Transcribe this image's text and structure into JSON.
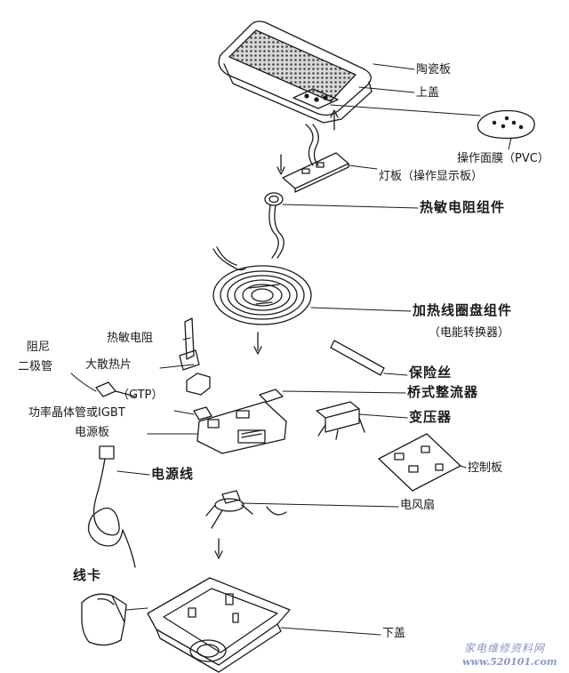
{
  "diagram": {
    "labels": {
      "ceramic_plate": "陶瓷板",
      "top_cover": "上盖",
      "control_film": "操作面膜（PVC）",
      "lamp_board": "灯板（操作显示板）",
      "thermistor_assembly": "热敏电阻组件",
      "heating_coil_assembly": "加热线圈盘组件",
      "energy_converter": "（电能转换器）",
      "fuse": "保险丝",
      "bridge_rectifier": "桥式整流器",
      "transformer": "变压器",
      "control_board": "控制板",
      "thermistor": "热敏电阻",
      "damping_diode_line1": "阻尼",
      "damping_diode_line2": "二极管",
      "heat_sink": "大散热片",
      "gtp": "（GTP）",
      "power_transistor": "功率晶体管或IGBT",
      "power_board": "电源板",
      "power_cord": "电源线",
      "fan": "电风扇",
      "cord_clip": "线卡",
      "bottom_cover": "下盖"
    },
    "watermark": {
      "line1": "家电维修资料网",
      "line2": "www.520101.com"
    },
    "colors": {
      "ink": "#1a1a1a",
      "watermark": "#8a96c8"
    }
  }
}
